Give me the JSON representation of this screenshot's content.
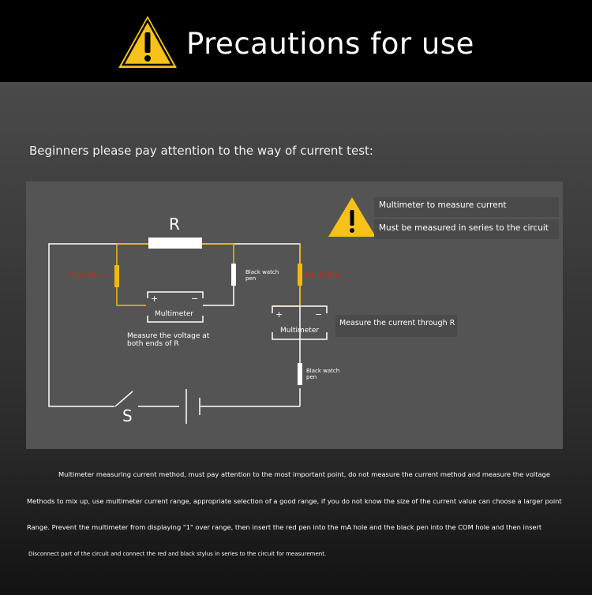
{
  "header": {
    "title": "Precautions for use",
    "warning_icon": "warning-triangle-icon"
  },
  "subtitle": "Beginners please pay attention to the way of current test:",
  "diagram": {
    "resistor_label": "R",
    "switch_label": "S",
    "red_pen_left": "Red Pen",
    "red_pen_right": "Red Pen",
    "black_pen_top": "Black watch pen",
    "black_pen_bottom": "Black watch pen",
    "meter_left_label": "Multimeter",
    "meter_right_label": "Multimeter",
    "plus": "+",
    "minus": "−",
    "voltage_note": "Measure the voltage at both ends of R",
    "current_note": "Measure the current through R",
    "notice_line1": "Multimeter to measure current",
    "notice_line2": "Must be measured in series to the circuit"
  },
  "paragraphs": [
    "Multimeter measuring current method, must pay attention to the most important point, do not measure the current method and measure the voltage",
    "Methods to mix up, use multimeter current range, appropriate selection of a good range, if you do not know the size of the current value can choose a larger point",
    "Range. Prevent the multimeter from displaying \"1\" over range, then insert the red pen into the mA hole and the black pen into the COM hole and then insert",
    "Disconnect part of the circuit and connect the red and black stylus in series to the circuit for measurement."
  ],
  "colors": {
    "warning_yellow": "#f6c21a",
    "red_pen": "#c8291d",
    "panel": "#545454"
  }
}
